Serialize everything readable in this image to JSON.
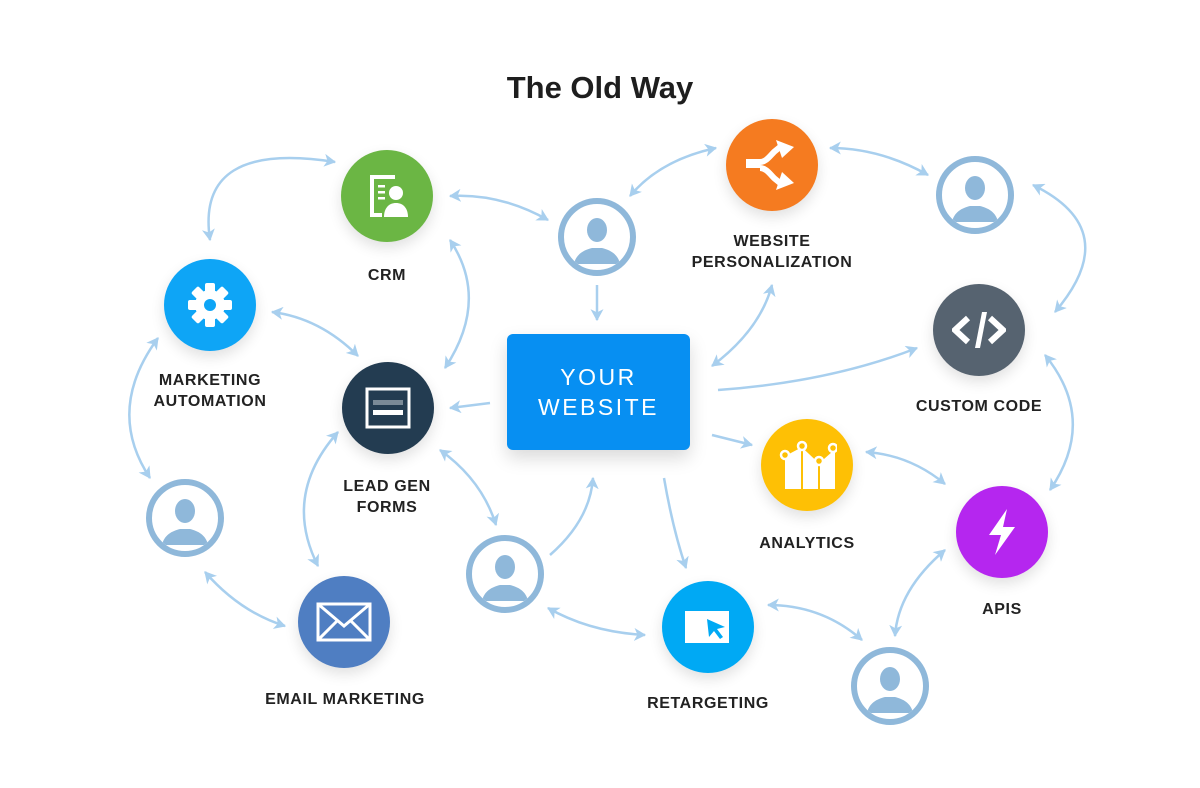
{
  "title": "The Old Way",
  "center": {
    "line1": "YOUR",
    "line2": "WEBSITE",
    "color": "#078ff2"
  },
  "nodes": {
    "crm": {
      "label": "CRM",
      "color": "#6bb644",
      "icon": "contact-card-icon"
    },
    "marketing_automation": {
      "line1": "MARKETING",
      "line2": "AUTOMATION",
      "color": "#0ea5f6",
      "icon": "gear-icon"
    },
    "lead_gen": {
      "line1": "LEAD GEN",
      "line2": "FORMS",
      "color": "#233c51",
      "icon": "form-icon"
    },
    "email": {
      "label": "EMAIL MARKETING",
      "color": "#4f7ec2",
      "icon": "envelope-icon"
    },
    "personalization": {
      "line1": "WEBSITE",
      "line2": "PERSONALIZATION",
      "color": "#f57b20",
      "icon": "split-arrows-icon"
    },
    "custom_code": {
      "label": "CUSTOM CODE",
      "color": "#566370",
      "icon": "code-icon"
    },
    "analytics": {
      "label": "ANALYTICS",
      "color": "#fec005",
      "icon": "chart-icon"
    },
    "apis": {
      "label": "APIS",
      "color": "#b526ef",
      "icon": "lightning-icon"
    },
    "retargeting": {
      "label": "RETARGETING",
      "color": "#00a9f4",
      "icon": "cursor-icon"
    }
  },
  "colors": {
    "arrow": "#a8cfee",
    "user": "#8fb8da"
  }
}
